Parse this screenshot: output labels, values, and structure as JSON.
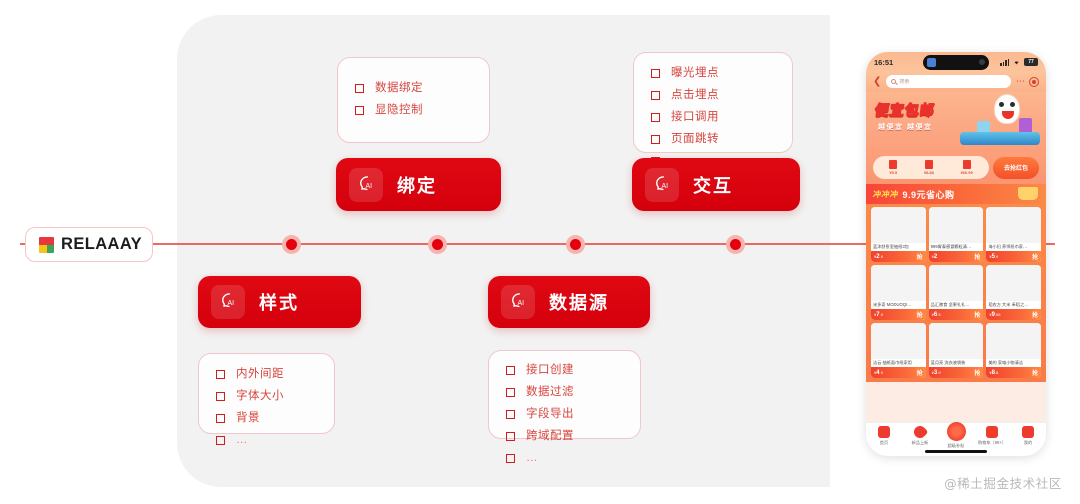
{
  "brand": {
    "logo_text": "RELAAAY",
    "logo_icon": "color-grid-logo-icon"
  },
  "timeline": {
    "dot_count": 4,
    "accent_color": "#e4000f",
    "line_color": "#e8524a",
    "halo_color": "#f7b3ae"
  },
  "nodes": [
    {
      "id": "binding",
      "label": "绑定",
      "icon": "ai-head-icon",
      "list_position": "above",
      "items": [
        "数据绑定",
        "显隐控制"
      ]
    },
    {
      "id": "interaction",
      "label": "交互",
      "icon": "ai-head-icon",
      "list_position": "above",
      "items": [
        "曝光埋点",
        "点击埋点",
        "接口调用",
        "页面跳转",
        "…"
      ]
    },
    {
      "id": "style",
      "label": "样式",
      "icon": "ai-head-icon",
      "list_position": "below",
      "items": [
        "内外间距",
        "字体大小",
        "背景",
        "…"
      ]
    },
    {
      "id": "datasource",
      "label": "数据源",
      "icon": "ai-head-icon",
      "list_position": "below",
      "items": [
        "接口创建",
        "数据过滤",
        "字段导出",
        "跨域配置",
        "…"
      ]
    }
  ],
  "phone": {
    "status": {
      "time": "16:51",
      "battery": "77",
      "signal_icon": "signal-bars-icon",
      "wifi_icon": "wifi-icon",
      "battery_icon": "battery-icon"
    },
    "search": {
      "placeholder": "搜索",
      "back_icon": "chevron-left-icon",
      "scan_icon": "more-dots-icon",
      "camera_icon": "camera-icon"
    },
    "banner": {
      "title": "便宜包邮",
      "subtitle": "越便宜 越便宜",
      "mascot_icon": "jd-dog-icon"
    },
    "coupons": {
      "items": [
        {
          "amount": "¥5.5"
        },
        {
          "amount": "¥8.88"
        },
        {
          "amount": "¥66.99"
        }
      ],
      "cta": "去抢红包"
    },
    "section": {
      "badge": "冲冲冲",
      "title": "9.9元省心购",
      "cart_icon": "shopping-cart-icon"
    },
    "products": [
      {
        "name": "蓝沐舒卧室抽纸3包",
        "price": "2",
        "cents": ".9",
        "cta": "抢"
      },
      {
        "name": "999胃泰感冒颗粒清…",
        "price": "2",
        "cents": "",
        "cta": "抢"
      },
      {
        "name": "海小妇 养师纸巾家…",
        "price": "5",
        "cents": ".9",
        "cta": "抢"
      },
      {
        "name": "米多奇 MODUOQI…",
        "price": "7",
        "cents": ".9",
        "cta": "抢"
      },
      {
        "name": "品汇粮食 坚果礼礼…",
        "price": "6",
        "cents": ".5",
        "cta": "抢"
      },
      {
        "name": "稻农方 大米 禾稻之…",
        "price": "9",
        "cents": ".58",
        "cta": "抢"
      },
      {
        "name": "洁云 抽纸面巾纸家用",
        "price": "4",
        "cents": ".9",
        "cta": "抢"
      },
      {
        "name": "蓝月亮 洗衣液袋装",
        "price": "3",
        "cents": ".9",
        "cta": "抢"
      },
      {
        "name": "美的 家电小物清洁",
        "price": "8",
        "cents": ".8",
        "cta": "抢"
      }
    ],
    "tabbar": [
      {
        "label": "首页",
        "icon": "home-icon"
      },
      {
        "label": "新品上新",
        "icon": "heart-icon"
      },
      {
        "label": "超级补贴",
        "icon": "bullseye-icon"
      },
      {
        "label": "购物车（99+）",
        "icon": "cart-icon"
      },
      {
        "label": "我的",
        "icon": "user-icon"
      }
    ]
  },
  "watermark": "@稀土掘金技术社区"
}
